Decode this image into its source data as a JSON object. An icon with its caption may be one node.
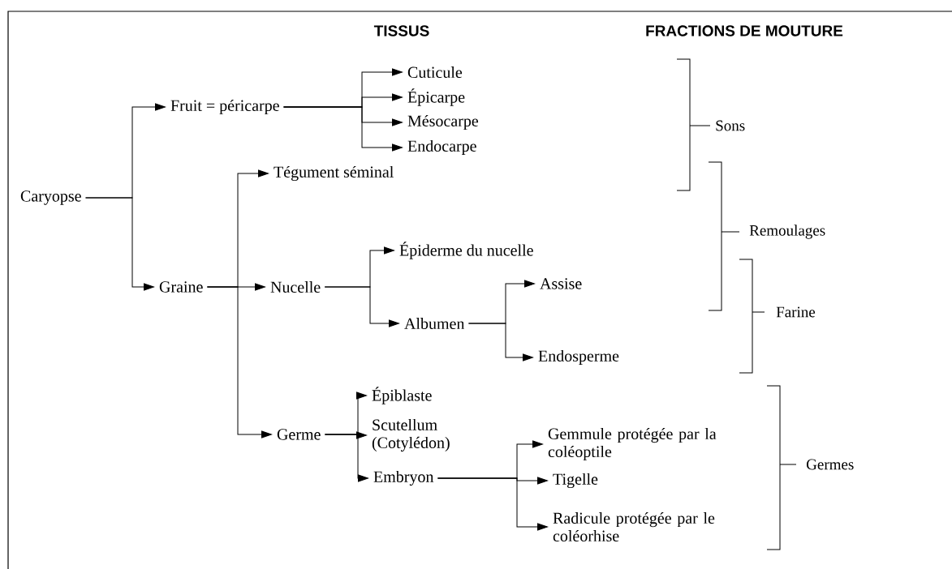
{
  "diagram": {
    "nodes": [
      {
        "text": [
          "Caryopse"
        ]
      },
      {
        "text": [
          "Fruit = péricarpe"
        ]
      },
      {
        "text": [
          "Graine"
        ]
      },
      {
        "text": [
          "Cuticule"
        ]
      },
      {
        "text": [
          "Épicarpe"
        ]
      },
      {
        "text": [
          "Mésocarpe"
        ]
      },
      {
        "text": [
          "Endocarpe"
        ]
      },
      {
        "text": [
          "Tégument séminal"
        ]
      },
      {
        "text": [
          "Nucelle"
        ]
      },
      {
        "text": [
          "Germe"
        ]
      },
      {
        "text": [
          "Épiderme du nucelle"
        ]
      },
      {
        "text": [
          "Albumen"
        ]
      },
      {
        "text": [
          "Assise"
        ]
      },
      {
        "text": [
          "Endosperme"
        ]
      },
      {
        "text": [
          "Épiblaste"
        ]
      },
      {
        "text": [
          "Scutellum (Cotylédon)"
        ]
      },
      {
        "text": [
          "Embryon"
        ]
      },
      {
        "text": [
          "Gemmule protégée par la coléoptile"
        ]
      },
      {
        "text": [
          "Tigelle"
        ]
      },
      {
        "text": [
          "Radicule protégée par le coléorhise"
        ]
      }
    ],
    "edges": [
      {
        "from": 0,
        "to": 1,
        "arrow": "to"
      },
      {
        "from": 0,
        "to": 2,
        "arrow": "to"
      },
      {
        "from": 1,
        "to": 3,
        "arrow": "to"
      },
      {
        "from": 1,
        "to": 4,
        "arrow": "to"
      },
      {
        "from": 1,
        "to": 5,
        "arrow": "to"
      },
      {
        "from": 1,
        "to": 6,
        "arrow": "to"
      },
      {
        "from": 2,
        "to": 7,
        "arrow": "to"
      },
      {
        "from": 2,
        "to": 8,
        "arrow": "to"
      },
      {
        "from": 2,
        "to": 9,
        "arrow": "to"
      },
      {
        "from": 8,
        "to": 10,
        "arrow": "to"
      },
      {
        "from": 8,
        "to": 11,
        "arrow": "to"
      },
      {
        "from": 11,
        "to": 12,
        "arrow": "to"
      },
      {
        "from": 11,
        "to": 13,
        "arrow": "to"
      },
      {
        "from": 9,
        "to": 14,
        "arrow": "to"
      },
      {
        "from": 9,
        "to": 15,
        "arrow": "to"
      },
      {
        "from": 9,
        "to": 16,
        "arrow": "to"
      },
      {
        "from": 16,
        "to": 17,
        "arrow": "to"
      },
      {
        "from": 16,
        "to": 18,
        "arrow": "to"
      },
      {
        "from": 16,
        "to": 19,
        "arrow": "to"
      }
    ],
    "labels": [
      "TISSUS",
      "FRACTIONS DE MOUTURE",
      "Sons",
      "Remoulages",
      "Farine",
      "Germes"
    ]
  }
}
